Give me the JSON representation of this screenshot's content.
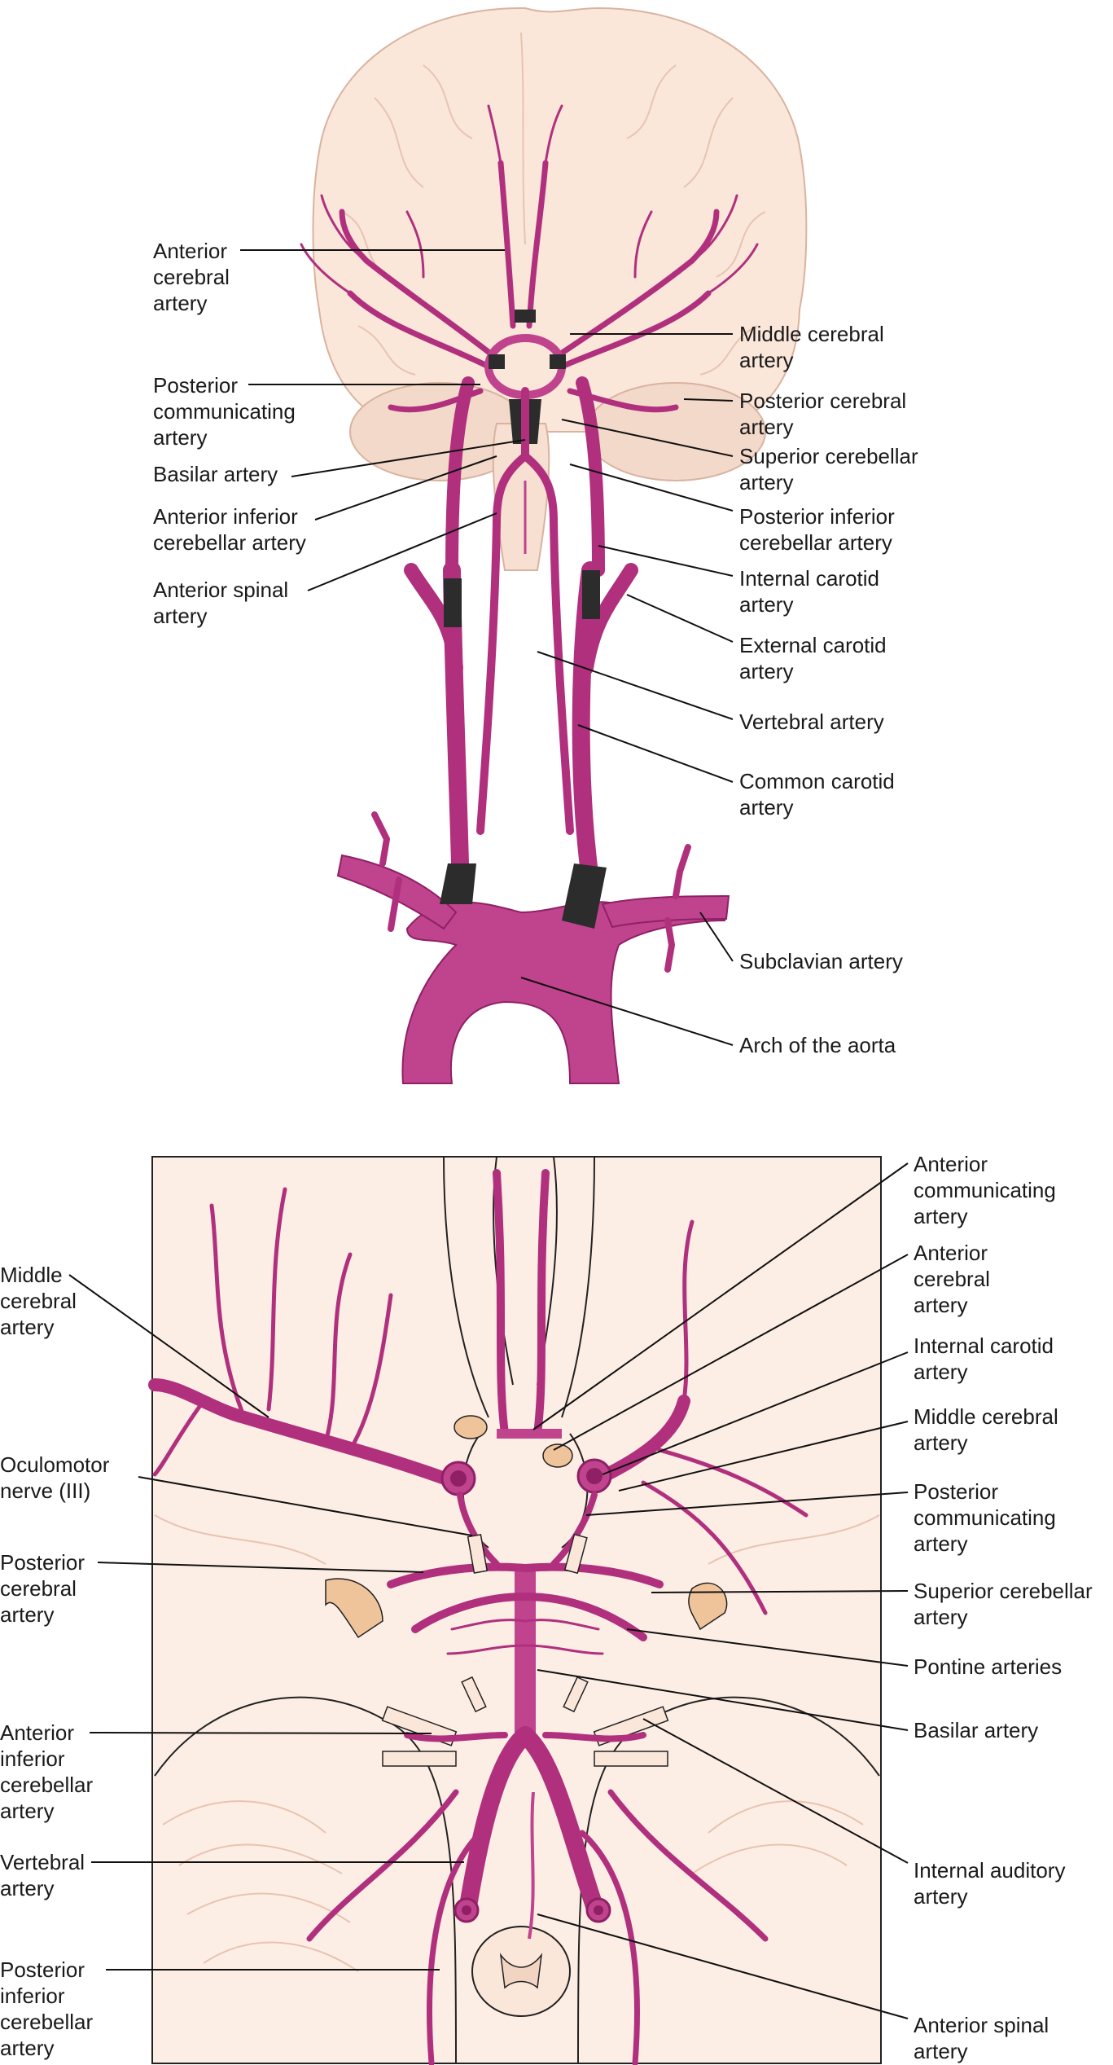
{
  "top": {
    "labels": {
      "anterior_cerebral": "Anterior\ncerebral\nartery",
      "posterior_communicating": "Posterior\ncommunicating\nartery",
      "basilar": "Basilar artery",
      "anterior_inferior_cerebellar": "Anterior inferior\ncerebellar artery",
      "anterior_spinal": "Anterior spinal\nartery",
      "middle_cerebral": "Middle cerebral\nartery",
      "posterior_cerebral": "Posterior cerebral\nartery",
      "superior_cerebellar": "Superior cerebellar\nartery",
      "posterior_inferior_cerebellar": "Posterior inferior\ncerebellar artery",
      "internal_carotid": "Internal carotid\nartery",
      "external_carotid": "External carotid\nartery",
      "vertebral": "Vertebral artery",
      "common_carotid": "Common carotid\nartery",
      "subclavian": "Subclavian artery",
      "arch_aorta": "Arch of the aorta"
    }
  },
  "bottom": {
    "labels": {
      "middle_cerebral_left": "Middle\ncerebral\nartery",
      "oculomotor": "Oculomotor\nnerve (III)",
      "posterior_cerebral": "Posterior\ncerebral\nartery",
      "anterior_inferior_cerebellar": "Anterior\ninferior\ncerebellar\nartery",
      "vertebral": "Vertebral\nartery",
      "posterior_inferior_cerebellar": "Posterior\ninferior\ncerebellar\nartery",
      "anterior_communicating": "Anterior\ncommunicating\nartery",
      "anterior_cerebral": "Anterior\ncerebral\nartery",
      "internal_carotid": "Internal carotid\nartery",
      "middle_cerebral_right": "Middle cerebral\nartery",
      "posterior_communicating": "Posterior\ncommunicating\nartery",
      "superior_cerebellar": "Superior cerebellar\nartery",
      "pontine": "Pontine arteries",
      "basilar": "Basilar artery",
      "internal_auditory": "Internal auditory\nartery",
      "anterior_spinal": "Anterior spinal\nartery"
    }
  },
  "colors": {
    "artery": "#c0438e",
    "artery_dark": "#8f2066",
    "brain": "#fbe6da",
    "brain_line": "#e9c3b1",
    "clamp": "#2c2c2c",
    "panel_bg": "#fdeee5"
  }
}
